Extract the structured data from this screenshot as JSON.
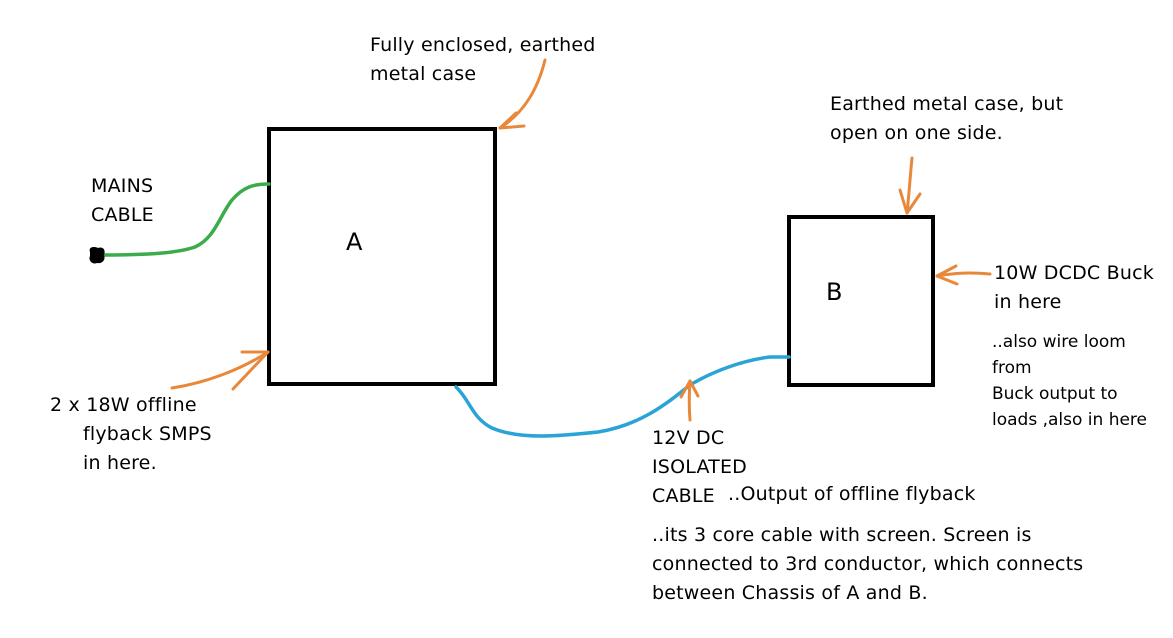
{
  "boxes": {
    "a_label": "A",
    "b_label": "B"
  },
  "labels": {
    "mains_cable": [
      "MAINS",
      "CABLE"
    ],
    "case_a_note": [
      "Fully enclosed, earthed",
      "metal case"
    ],
    "case_b_note": [
      "Earthed metal case, but",
      "open on one side."
    ],
    "buck_note": [
      "10W DCDC Buck",
      "in here"
    ],
    "loom_note": [
      "..also wire  loom",
      "from",
      "Buck output to",
      "loads ,also in here"
    ],
    "smps_note": [
      "2 x 18W offline",
      "flyback SMPS",
      "in here."
    ],
    "cable_note": [
      "12V DC",
      "ISOLATED",
      "CABLE"
    ],
    "output_note": "..Output of offline flyback",
    "screen_note": [
      "..its 3 core cable with screen. Screen is",
      "connected to 3rd conductor, which connects",
      "between Chassis of A and B."
    ]
  },
  "colors": {
    "box_stroke": "#000000",
    "mains_wire": "#3cab4a",
    "dc_cable": "#2aa3d6",
    "arrow": "#e8883a",
    "plug": "#000000"
  }
}
